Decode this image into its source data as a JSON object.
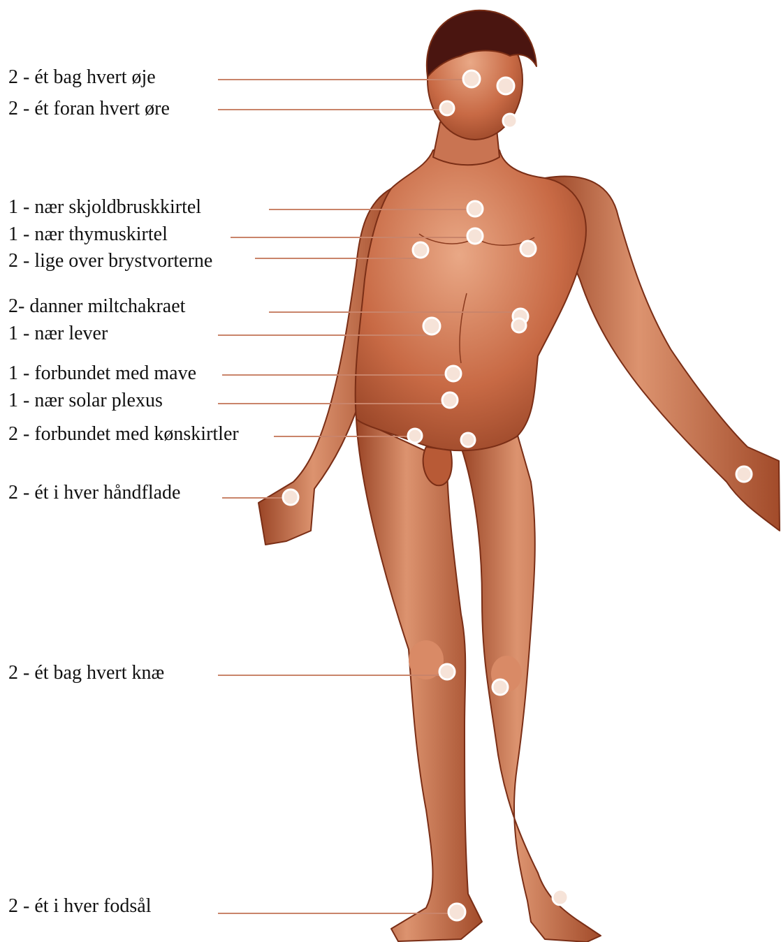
{
  "diagram": {
    "colors": {
      "skin": "#c86a45",
      "skin_dark": "#8a3a1e",
      "skin_light": "#e9a886",
      "hair": "#4a1510",
      "leader_line": "#c9846a",
      "point_fill": "#f6e3d8",
      "point_stroke": "#ffffff"
    },
    "labels": [
      {
        "id": "eyes",
        "text": "2 - ét bag hvert øje"
      },
      {
        "id": "ears",
        "text": "2 - ét foran hvert øre"
      },
      {
        "id": "thyroid",
        "text": "1 - nær skjoldbruskkirtel"
      },
      {
        "id": "thymus",
        "text": "1 - nær thymuskirtel"
      },
      {
        "id": "nipples",
        "text": "2 - lige over brystvorterne"
      },
      {
        "id": "spleen",
        "text": "2- danner miltchakraet"
      },
      {
        "id": "liver",
        "text": "1 - nær lever"
      },
      {
        "id": "stomach",
        "text": "1 - forbundet med mave"
      },
      {
        "id": "solar",
        "text": "1 - nær solar plexus"
      },
      {
        "id": "gonads",
        "text": "2 - forbundet med kønskirtler"
      },
      {
        "id": "palms",
        "text": "2 - ét i hver håndflade"
      },
      {
        "id": "knees",
        "text": "2 - ét bag hvert knæ"
      },
      {
        "id": "soles",
        "text": "2 - ét i hver fodsål"
      }
    ]
  }
}
